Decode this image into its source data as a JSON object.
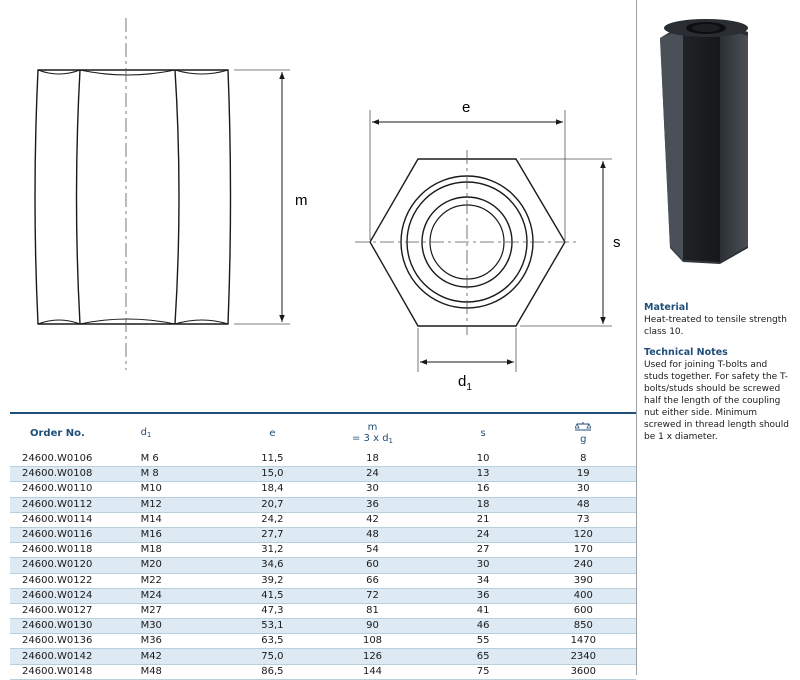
{
  "drawing": {
    "m": "m",
    "e": "e",
    "s": "s",
    "d1": "d",
    "d1_sub": "1"
  },
  "info": {
    "material_title": "Material",
    "material_text": "Heat-treated to tensile strength class 10.",
    "notes_title": "Technical Notes",
    "notes_text": "Used for joining T-bolts and studs together. For safety the T-bolts/studs should be screwed half the length of the coupling nut either side. Minimum screwed in thread length should be 1 x diameter."
  },
  "table": {
    "headers": {
      "order": "Order No.",
      "d1": "d",
      "d1_sub": "1",
      "e": "e",
      "m_top": "m",
      "m_bottom": "= 3 x d",
      "m_sub": "1",
      "s": "s",
      "weight_icon": "scale-icon",
      "g": "g"
    },
    "rows": [
      [
        "24600.W0106",
        "M 6",
        "11,5",
        "18",
        "10",
        "8"
      ],
      [
        "24600.W0108",
        "M 8",
        "15,0",
        "24",
        "13",
        "19"
      ],
      [
        "24600.W0110",
        "M10",
        "18,4",
        "30",
        "16",
        "30"
      ],
      [
        "24600.W0112",
        "M12",
        "20,7",
        "36",
        "18",
        "48"
      ],
      [
        "24600.W0114",
        "M14",
        "24,2",
        "42",
        "21",
        "73"
      ],
      [
        "24600.W0116",
        "M16",
        "27,7",
        "48",
        "24",
        "120"
      ],
      [
        "24600.W0118",
        "M18",
        "31,2",
        "54",
        "27",
        "170"
      ],
      [
        "24600.W0120",
        "M20",
        "34,6",
        "60",
        "30",
        "240"
      ],
      [
        "24600.W0122",
        "M22",
        "39,2",
        "66",
        "34",
        "390"
      ],
      [
        "24600.W0124",
        "M24",
        "41,5",
        "72",
        "36",
        "400"
      ],
      [
        "24600.W0127",
        "M27",
        "47,3",
        "81",
        "41",
        "600"
      ],
      [
        "24600.W0130",
        "M30",
        "53,1",
        "90",
        "46",
        "850"
      ],
      [
        "24600.W0136",
        "M36",
        "63,5",
        "108",
        "55",
        "1470"
      ],
      [
        "24600.W0142",
        "M42",
        "75,0",
        "126",
        "65",
        "2340"
      ],
      [
        "24600.W0148",
        "M48",
        "86,5",
        "144",
        "75",
        "3600"
      ]
    ]
  }
}
